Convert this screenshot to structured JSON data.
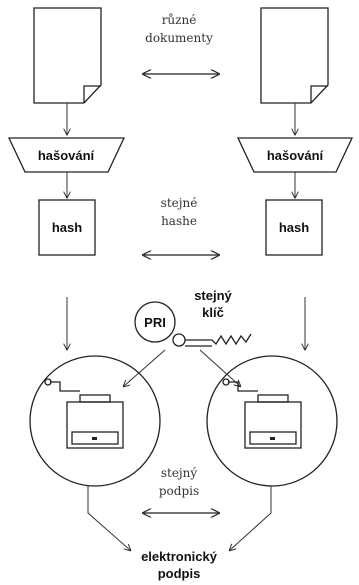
{
  "labels": {
    "different_docs_1": "různé",
    "different_docs_2": "dokumenty",
    "hashing_left": "hašování",
    "hashing_right": "hašování",
    "hash_left": "hash",
    "hash_right": "hash",
    "same_hash_1": "stejné",
    "same_hash_2": "hashe",
    "private_key": "PRI",
    "same_key_1": "stejný",
    "same_key_2": "klíč",
    "same_sig_1": "stejný",
    "same_sig_2": "podpis",
    "esig_1": "elektronický",
    "esig_2": "podpis"
  },
  "icons": [
    "document-icon",
    "hashing-funnel-icon",
    "hash-box-icon",
    "key-icon",
    "signing-machine-icon",
    "double-arrow-icon"
  ]
}
